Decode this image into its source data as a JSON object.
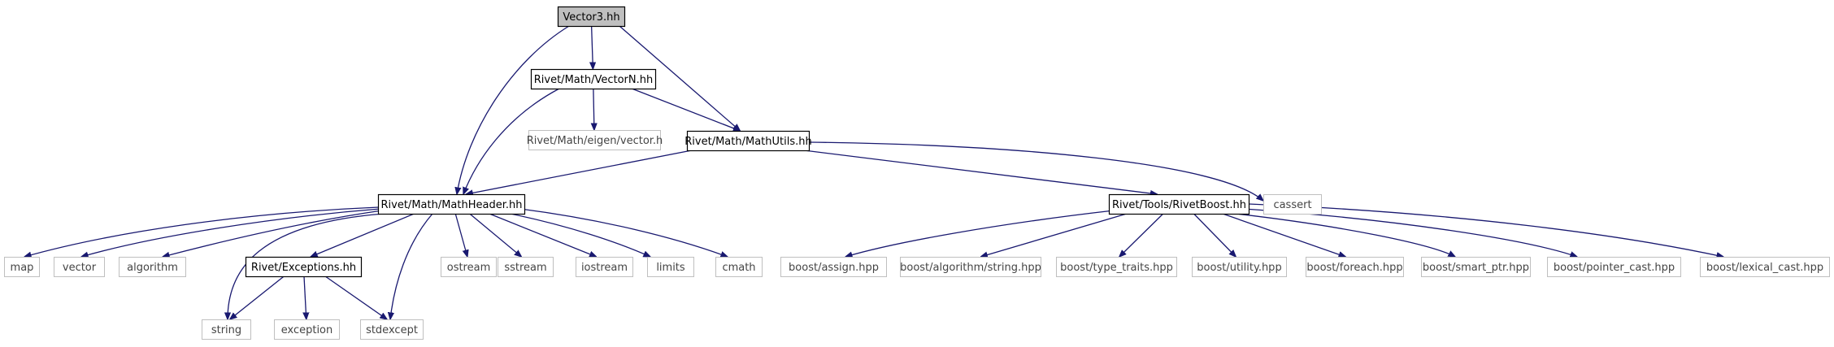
{
  "diagram": {
    "type": "include-dependency-graph",
    "colors": {
      "edge": "#191970",
      "root_fill": "#bfbfbf",
      "box_stroke_black": "#000000",
      "box_stroke_gray": "#bfbfbf"
    },
    "nodes": [
      {
        "id": "vector3",
        "label": "Vector3.hh",
        "style": "root"
      },
      {
        "id": "vectorn",
        "label": "Rivet/Math/VectorN.hh",
        "style": "black"
      },
      {
        "id": "eigen",
        "label": "Rivet/Math/eigen/vector.h",
        "style": "gray"
      },
      {
        "id": "mathutils",
        "label": "Rivet/Math/MathUtils.hh",
        "style": "black"
      },
      {
        "id": "mathheader",
        "label": "Rivet/Math/MathHeader.hh",
        "style": "black"
      },
      {
        "id": "rivetboost",
        "label": "Rivet/Tools/RivetBoost.hh",
        "style": "black"
      },
      {
        "id": "cassert",
        "label": "cassert",
        "style": "gray"
      },
      {
        "id": "map",
        "label": "map",
        "style": "gray"
      },
      {
        "id": "vector",
        "label": "vector",
        "style": "gray"
      },
      {
        "id": "algorithm",
        "label": "algorithm",
        "style": "gray"
      },
      {
        "id": "exceptions",
        "label": "Rivet/Exceptions.hh",
        "style": "black"
      },
      {
        "id": "ostream",
        "label": "ostream",
        "style": "gray"
      },
      {
        "id": "sstream",
        "label": "sstream",
        "style": "gray"
      },
      {
        "id": "iostream",
        "label": "iostream",
        "style": "gray"
      },
      {
        "id": "limits",
        "label": "limits",
        "style": "gray"
      },
      {
        "id": "cmath",
        "label": "cmath",
        "style": "gray"
      },
      {
        "id": "string",
        "label": "string",
        "style": "gray"
      },
      {
        "id": "exception",
        "label": "exception",
        "style": "gray"
      },
      {
        "id": "stdexcept",
        "label": "stdexcept",
        "style": "gray"
      },
      {
        "id": "assign",
        "label": "boost/assign.hpp",
        "style": "gray"
      },
      {
        "id": "algstring",
        "label": "boost/algorithm/string.hpp",
        "style": "gray"
      },
      {
        "id": "typetraits",
        "label": "boost/type_traits.hpp",
        "style": "gray"
      },
      {
        "id": "utility",
        "label": "boost/utility.hpp",
        "style": "gray"
      },
      {
        "id": "foreach",
        "label": "boost/foreach.hpp",
        "style": "gray"
      },
      {
        "id": "smartptr",
        "label": "boost/smart_ptr.hpp",
        "style": "gray"
      },
      {
        "id": "pointercast",
        "label": "boost/pointer_cast.hpp",
        "style": "gray"
      },
      {
        "id": "lexicalcast",
        "label": "boost/lexical_cast.hpp",
        "style": "gray"
      }
    ],
    "edges": [
      {
        "from": "vector3",
        "to": "vectorn"
      },
      {
        "from": "vector3",
        "to": "mathheader"
      },
      {
        "from": "vector3",
        "to": "mathutils"
      },
      {
        "from": "vectorn",
        "to": "mathheader"
      },
      {
        "from": "vectorn",
        "to": "eigen"
      },
      {
        "from": "vectorn",
        "to": "mathutils"
      },
      {
        "from": "mathutils",
        "to": "mathheader"
      },
      {
        "from": "mathutils",
        "to": "rivetboost"
      },
      {
        "from": "mathutils",
        "to": "cassert"
      },
      {
        "from": "mathheader",
        "to": "map"
      },
      {
        "from": "mathheader",
        "to": "vector"
      },
      {
        "from": "mathheader",
        "to": "algorithm"
      },
      {
        "from": "mathheader",
        "to": "exceptions"
      },
      {
        "from": "mathheader",
        "to": "string"
      },
      {
        "from": "mathheader",
        "to": "stdexcept"
      },
      {
        "from": "mathheader",
        "to": "ostream"
      },
      {
        "from": "mathheader",
        "to": "sstream"
      },
      {
        "from": "mathheader",
        "to": "iostream"
      },
      {
        "from": "mathheader",
        "to": "limits"
      },
      {
        "from": "mathheader",
        "to": "cmath"
      },
      {
        "from": "exceptions",
        "to": "string"
      },
      {
        "from": "exceptions",
        "to": "exception"
      },
      {
        "from": "exceptions",
        "to": "stdexcept"
      },
      {
        "from": "rivetboost",
        "to": "assign"
      },
      {
        "from": "rivetboost",
        "to": "algstring"
      },
      {
        "from": "rivetboost",
        "to": "typetraits"
      },
      {
        "from": "rivetboost",
        "to": "utility"
      },
      {
        "from": "rivetboost",
        "to": "foreach"
      },
      {
        "from": "rivetboost",
        "to": "smartptr"
      },
      {
        "from": "rivetboost",
        "to": "pointercast"
      },
      {
        "from": "rivetboost",
        "to": "lexicalcast"
      }
    ]
  }
}
